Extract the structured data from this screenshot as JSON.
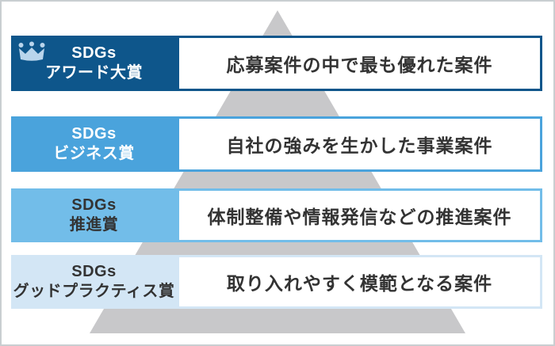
{
  "diagram": {
    "type": "award-tier-pyramid",
    "rows": [
      {
        "rank": 1,
        "label_line1": "SDGs",
        "label_line2": "アワード大賞",
        "description": "応募案件の中で最も優れた案件",
        "band_color": "#0e568b",
        "label_text_color": "#ffffff",
        "has_crown": true
      },
      {
        "rank": 2,
        "label_line1": "SDGs",
        "label_line2": "ビジネス賞",
        "description": "自社の強みを生かした事業案件",
        "band_color": "#4aa3dc",
        "label_text_color": "#ffffff",
        "has_crown": false
      },
      {
        "rank": 3,
        "label_line1": "SDGs",
        "label_line2": "推進賞",
        "description": "体制整備や情報発信などの推進案件",
        "band_color": "#72bde9",
        "label_text_color": "#333333",
        "has_crown": false
      },
      {
        "rank": 4,
        "label_line1": "SDGs",
        "label_line2": "グッドプラクティス賞",
        "description": "取り入れやすく模範となる案件",
        "band_color": "#d3e6f5",
        "label_text_color": "#333333",
        "has_crown": false
      }
    ],
    "palette": {
      "pyramid_gray": "#c8c8ca",
      "crown_blue": "#b9d5ec",
      "description_text": "#333333",
      "frame_border": "#c9ced1",
      "background": "#ffffff"
    }
  }
}
